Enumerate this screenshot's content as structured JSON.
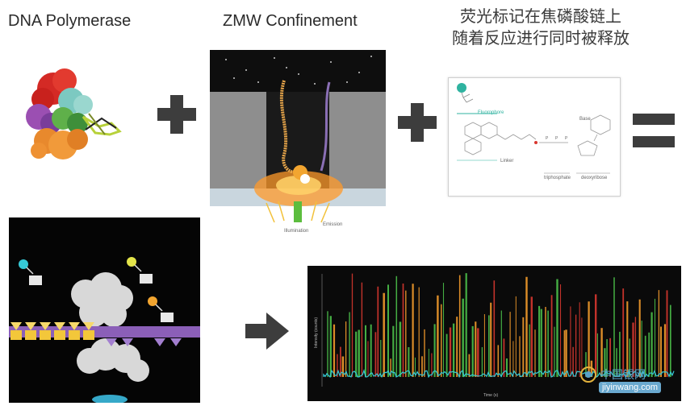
{
  "titles": {
    "polymerase": "DNA Polymerase",
    "zmw": "ZMW Confinement",
    "fluor_line1": "荧光标记在焦磷酸链上",
    "fluor_line2": "随着反应进行同时被释放"
  },
  "zmw_labels": {
    "illumination": "Illumination",
    "emission": "Emission"
  },
  "chem_labels": {
    "fluorophore": "Fluorophore",
    "linker": "Linker",
    "base": "Base",
    "triphosphate": "triphosphate",
    "deoxyribose": "deoxyribose"
  },
  "trace_labels": {
    "xlabel": "Time (s)",
    "ylabel": "Intensity (counts)"
  },
  "watermark": {
    "site": "中国银网",
    "url": "jiyinwang.com"
  },
  "colors": {
    "operator": "#3d3d3d",
    "dna_yellow": "#f3c73a",
    "dna_purple": "#8b5fb8",
    "trace_green": "#4cc04a",
    "trace_orange": "#f29b2c",
    "trace_red": "#d8372f",
    "trace_cyan": "#36c9d6"
  }
}
